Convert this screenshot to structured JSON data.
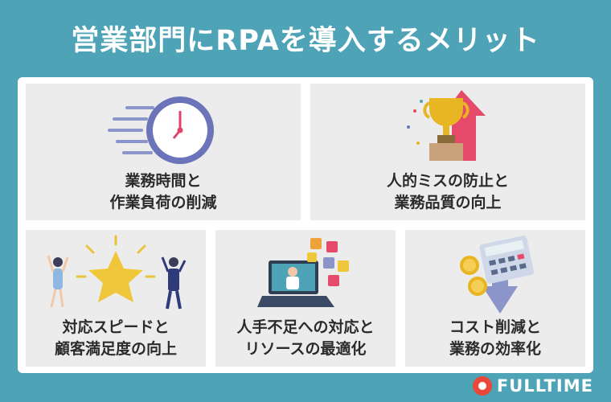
{
  "title": "営業部門にRPAを導入するメリット",
  "cards": [
    {
      "line1": "業務時間と",
      "line2": "作業負荷の削減",
      "icon": "clock-icon"
    },
    {
      "line1": "人的ミスの防止と",
      "line2": "業務品質の向上",
      "icon": "trophy-icon"
    },
    {
      "line1": "対応スピードと",
      "line2": "顧客満足度の向上",
      "icon": "star-celebration-icon"
    },
    {
      "line1": "人手不足への対応と",
      "line2": "リソースの最適化",
      "icon": "laptop-person-icon"
    },
    {
      "line1": "コスト削減と",
      "line2": "業務の効率化",
      "icon": "calculator-coins-icon"
    }
  ],
  "logo": {
    "text": "FULLTIME"
  },
  "colors": {
    "background": "#4ea3b6",
    "panel": "#ffffff",
    "card": "#ececec"
  }
}
